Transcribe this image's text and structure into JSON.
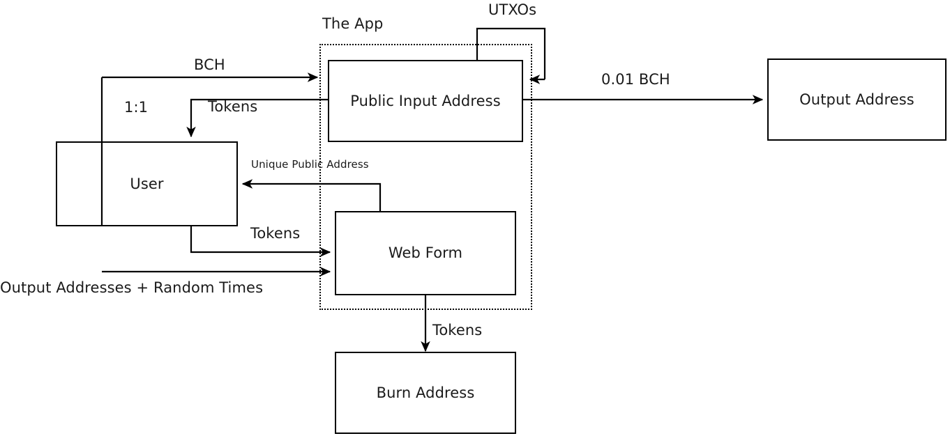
{
  "diagram": {
    "title": "The App",
    "background_color": "#ffffff",
    "stroke_color": "#000000",
    "text_color": "#1a1a1a",
    "nodes": [
      {
        "id": "public-input-address",
        "label": "Public Input Address"
      },
      {
        "id": "user",
        "label": "User"
      },
      {
        "id": "web-form",
        "label": "Web Form"
      },
      {
        "id": "burn-address",
        "label": "Burn Address"
      },
      {
        "id": "output-address",
        "label": "Output Address"
      }
    ],
    "group": {
      "id": "the-app-group",
      "label": "The App",
      "border_style": "dotted",
      "contains": [
        "public-input-address",
        "web-form"
      ]
    },
    "edges": [
      {
        "id": "utxos-loop",
        "label": "UTXOs",
        "from": "public-input-address",
        "to": "public-input-address"
      },
      {
        "id": "bch-to-app",
        "label": "BCH",
        "from": "user",
        "to": "public-input-address"
      },
      {
        "id": "ratio",
        "label": "1:1",
        "from": "user",
        "to": "public-input-address"
      },
      {
        "id": "tokens-to-user",
        "label": "Tokens",
        "from": "public-input-address",
        "to": "user"
      },
      {
        "id": "payout",
        "label": "0.01 BCH",
        "from": "public-input-address",
        "to": "output-address"
      },
      {
        "id": "unique-public-address",
        "label": "Unique Public Address",
        "from": "web-form",
        "to": "user"
      },
      {
        "id": "tokens-to-web-form",
        "label": "Tokens",
        "from": "user",
        "to": "web-form"
      },
      {
        "id": "output-addresses-random-times",
        "label": "Output Addresses + Random Times",
        "from": "user",
        "to": "web-form"
      },
      {
        "id": "tokens-to-burn",
        "label": "Tokens",
        "from": "web-form",
        "to": "burn-address"
      }
    ]
  }
}
